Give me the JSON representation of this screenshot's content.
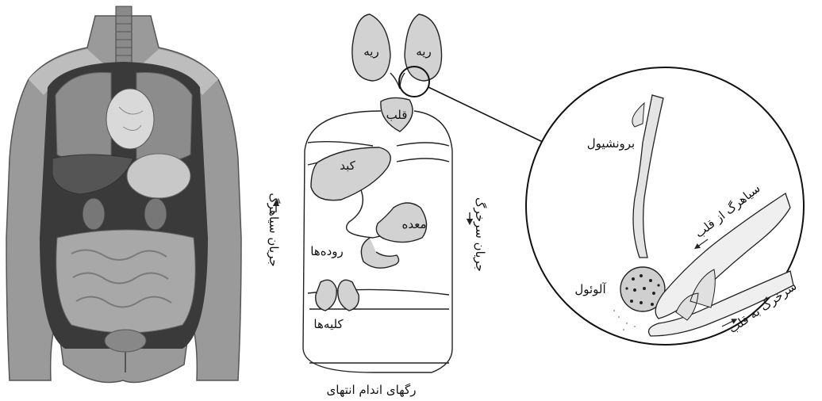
{
  "labels": {
    "lung_left": "ریه",
    "lung_right": "ریه",
    "heart": "قلب",
    "liver": "کبد",
    "stomach": "معده",
    "intestines": "روده‌ها",
    "kidneys": "کلیه‌ها",
    "limbs_vessels": "رگهای اندام انتهای",
    "venous_flow": "جریان سیاهرگ",
    "arterial_flow": "جریان سرخرگ",
    "bronchiole": "برونشیول",
    "alveolus": "آلوئول",
    "vein_from_heart": "سیاهرگ از قلب",
    "artery_to_heart": "سرخرگ به قلب"
  },
  "colors": {
    "organ_fill": "#d2d2d2",
    "line": "#222222",
    "skin_dark": "#7a7a7a",
    "skin_light": "#b5b5b5",
    "cavity": "#3a3a3a"
  }
}
